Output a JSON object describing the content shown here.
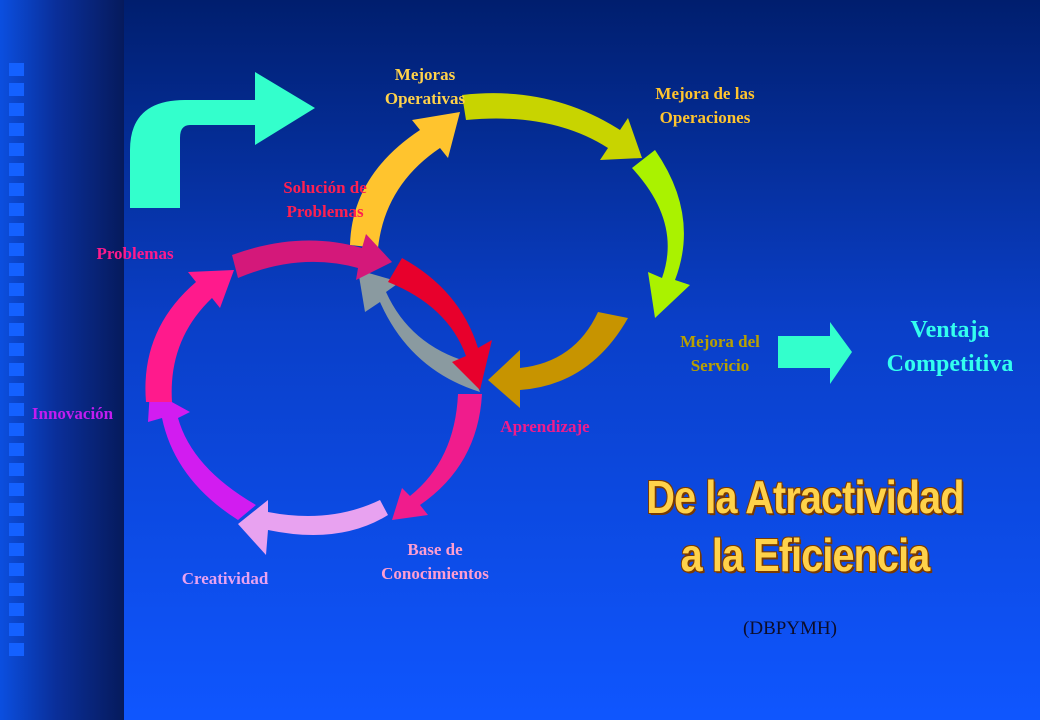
{
  "labels": {
    "mejoras_operativas": "Mejoras\nOperativas",
    "mejora_operaciones": "Mejora de las\nOperaciones",
    "mejora_servicio": "Mejora del\nServicio",
    "aprendizaje": "Aprendizaje",
    "solucion_problemas": "Solución de\nProblemas",
    "problemas": "Problemas",
    "innovacion": "Innovación",
    "creatividad": "Creatividad",
    "base_conocimientos": "Base de\nConocimientos"
  },
  "result": {
    "ventaja": "Ventaja\nCompetitiva"
  },
  "headline": "De la Atractividad\na la Eficiencia",
  "credit": "(DBPYMH)",
  "colors": {
    "background": "#0a3fc8",
    "bent_arrow": "#33ffcc",
    "ventaja_text": "#33ffee",
    "headline_fill": "#ffd24a"
  }
}
